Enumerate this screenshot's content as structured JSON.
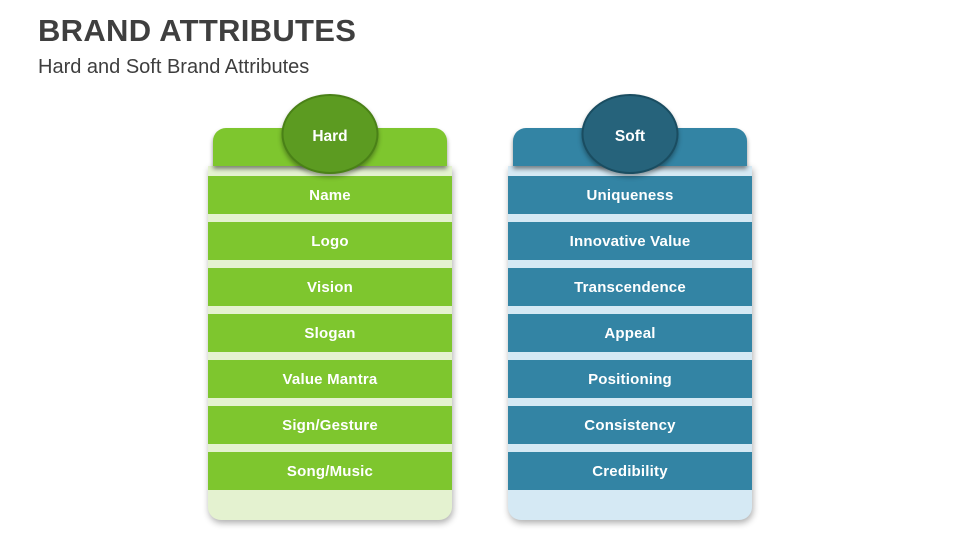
{
  "slide": {
    "title": "BRAND ATTRIBUTES",
    "subtitle": "Hard and Soft Brand Attributes",
    "title_color": "#3F3F3F",
    "background": "#FFFFFF"
  },
  "cards": [
    {
      "badge": "Hard",
      "rows": [
        "Name",
        "Logo",
        "Vision",
        "Slogan",
        "Value Mantra",
        "Sign/Gesture",
        "Song/Music"
      ],
      "colors": {
        "badge": "#5C9B21",
        "badge_ring": "#4A8117",
        "row": "#7EC62E",
        "body": "#E4F2D0",
        "text": "#FFFFFF"
      }
    },
    {
      "badge": "Soft",
      "rows": [
        "Uniqueness",
        "Innovative Value",
        "Transcendence",
        "Appeal",
        "Positioning",
        "Consistency",
        "Credibility"
      ],
      "colors": {
        "badge": "#26637B",
        "badge_ring": "#1A4D61",
        "row": "#3384A4",
        "body": "#D5E9F4",
        "text": "#FFFFFF"
      }
    }
  ]
}
